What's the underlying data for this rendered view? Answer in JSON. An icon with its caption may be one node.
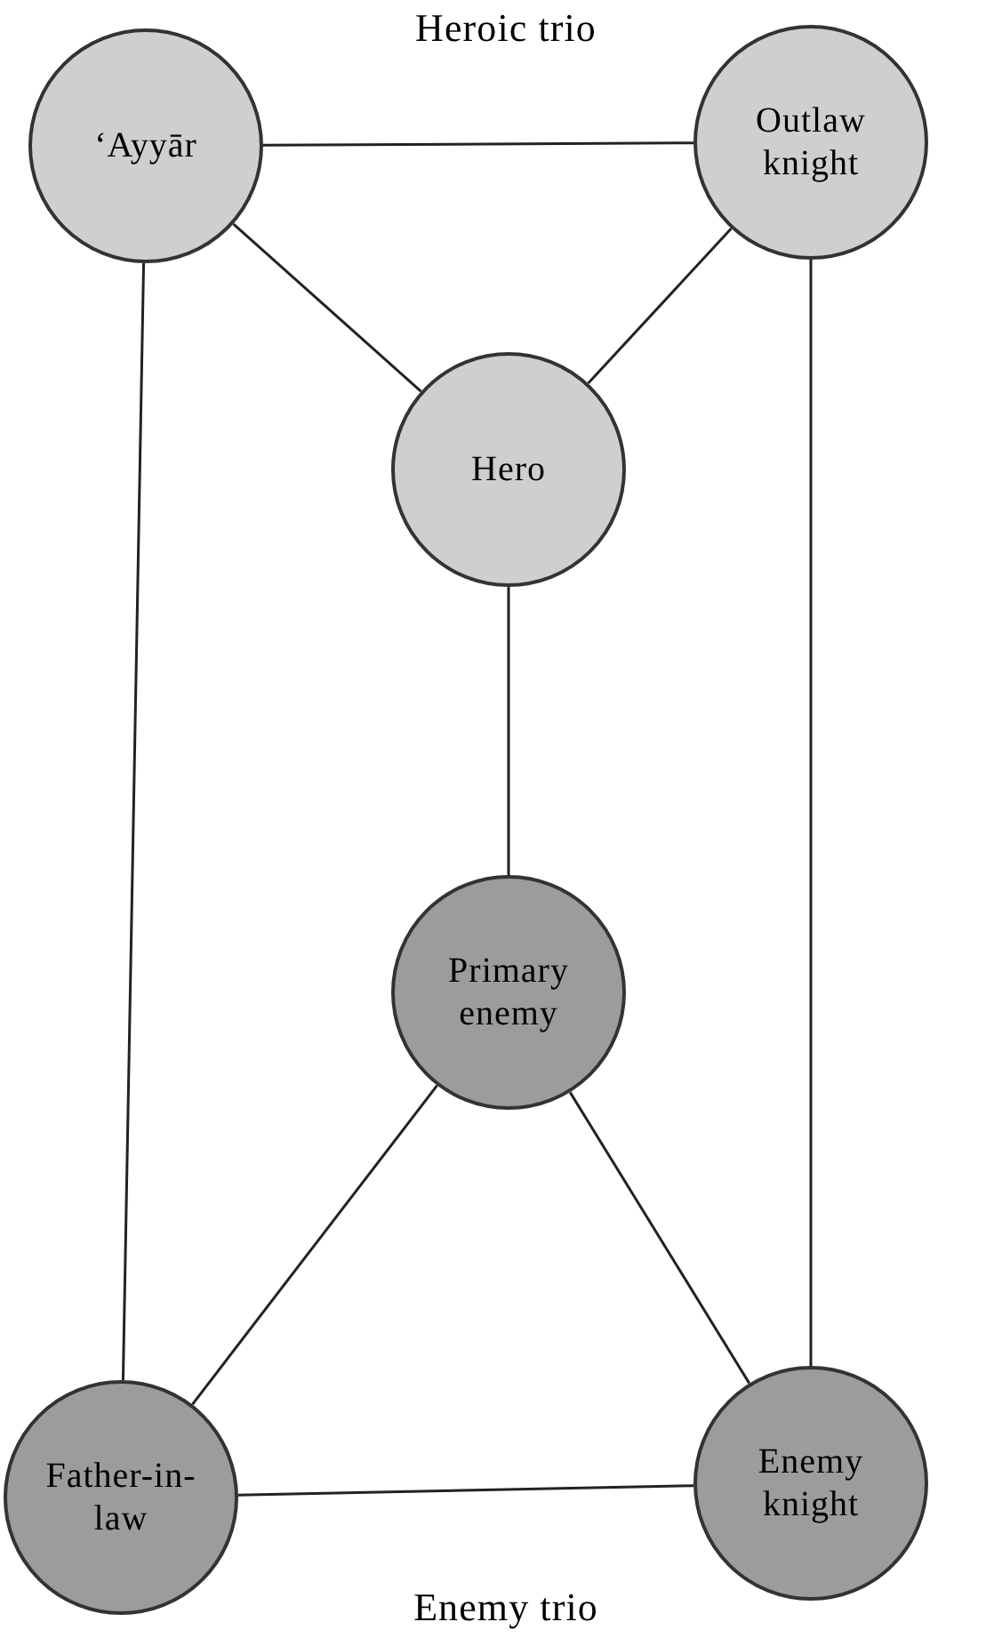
{
  "diagram": {
    "nodes": [
      {
        "text": [
          "‘Ayyār"
        ]
      },
      {
        "text": [
          "Outlaw knight"
        ]
      },
      {
        "text": [
          "Hero"
        ]
      },
      {
        "text": [
          "Primary enemy"
        ]
      },
      {
        "text": [
          "Father-in-law"
        ]
      },
      {
        "text": [
          "Enemy knight"
        ]
      }
    ],
    "edges": [
      {
        "from": 0,
        "to": 1,
        "arrow": "none"
      },
      {
        "from": 0,
        "to": 2,
        "arrow": "none"
      },
      {
        "from": 1,
        "to": 2,
        "arrow": "none"
      },
      {
        "from": 0,
        "to": 4,
        "arrow": "none"
      },
      {
        "from": 1,
        "to": 5,
        "arrow": "none"
      },
      {
        "from": 2,
        "to": 3,
        "arrow": "none"
      },
      {
        "from": 3,
        "to": 4,
        "arrow": "none"
      },
      {
        "from": 3,
        "to": 5,
        "arrow": "none"
      },
      {
        "from": 4,
        "to": 5,
        "arrow": "none"
      }
    ],
    "labels": [
      "Heroic trio",
      "Enemy trio"
    ]
  }
}
